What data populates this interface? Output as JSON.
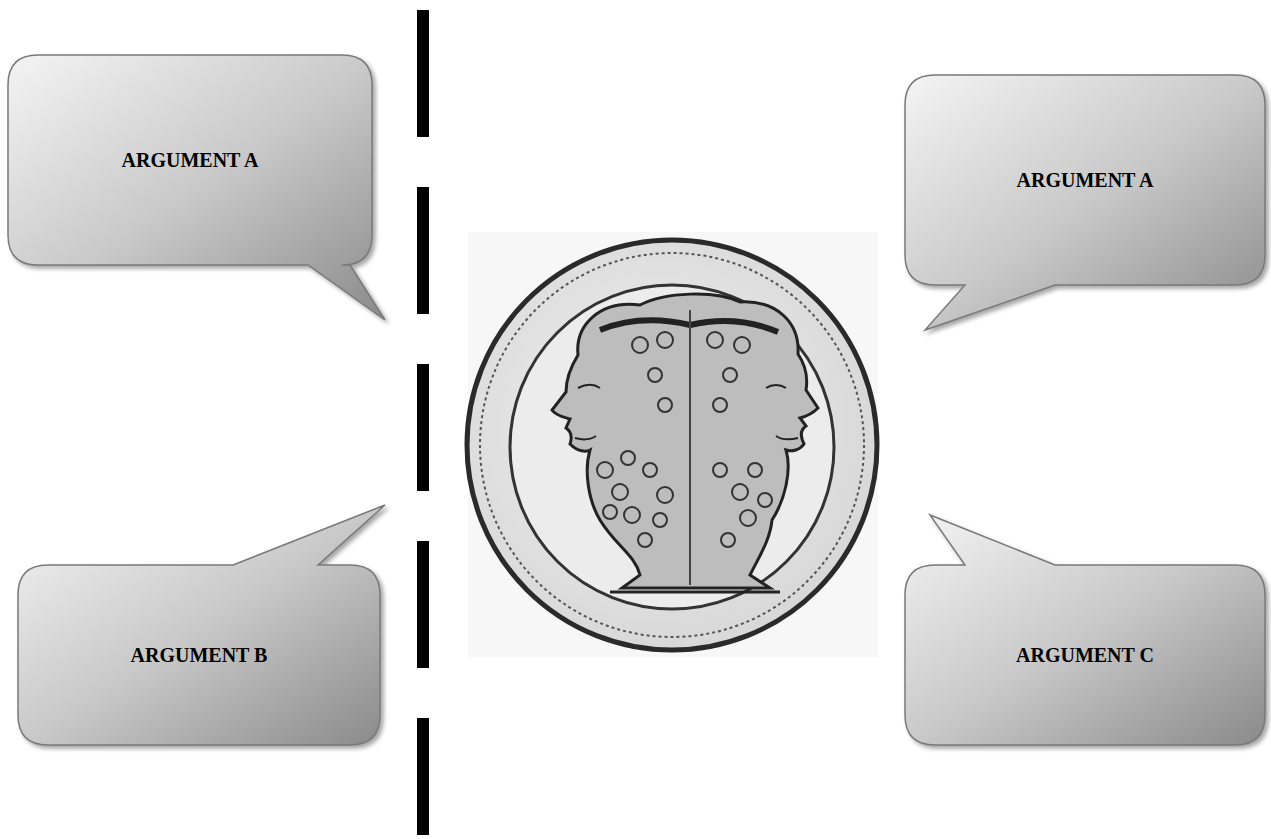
{
  "diagram": {
    "nodes": [
      {
        "text": [
          "ARGUMENT A"
        ]
      },
      {
        "text": [
          "ARGUMENT A"
        ]
      },
      {
        "text": [
          "ARGUMENT B"
        ]
      },
      {
        "text": [
          "ARGUMENT C"
        ]
      }
    ]
  }
}
